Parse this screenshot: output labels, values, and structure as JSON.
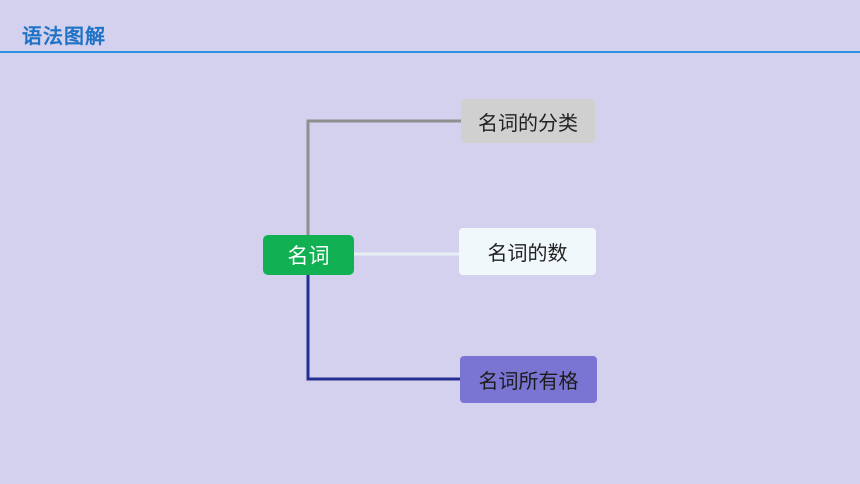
{
  "header": {
    "title": "语法图解"
  },
  "mindmap": {
    "root": {
      "label": "名词"
    },
    "branches": [
      {
        "label": "名词的分类",
        "color": "#8f8f8f",
        "fill": "#d0d0d0"
      },
      {
        "label": "名词的数",
        "color": "#e6f0f3",
        "fill": "#f1f8fb"
      },
      {
        "label": "名词所有格",
        "color": "#262f91",
        "fill": "#7a75d2"
      }
    ],
    "root_color": "#11b153"
  }
}
